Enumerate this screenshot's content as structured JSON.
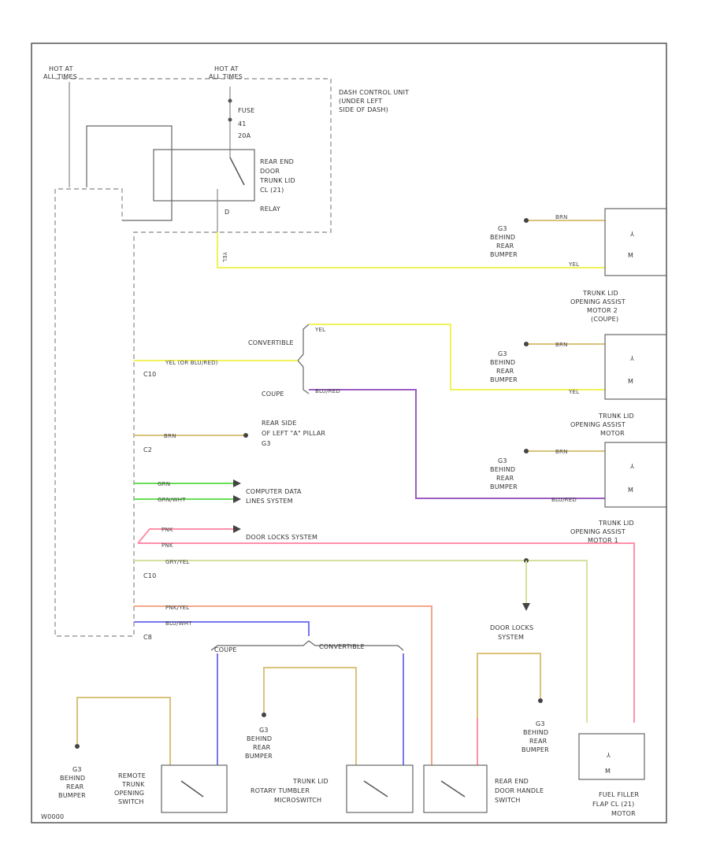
{
  "labels": {
    "hot_ignition_1": "HOT AT",
    "hot_ignition_2": "ALL TIMES",
    "hot_all_1": "HOT AT",
    "hot_all_2": "ALL TIMES",
    "fuse_1": "FUSE",
    "fuse_2": "41",
    "fuse_3": "20A",
    "dash_cu_1": "DASH CONTROL UNIT",
    "dash_cu_2": "(UNDER LEFT",
    "dash_cu_3": "SIDE OF DASH)",
    "relay_1": "REAR END",
    "relay_2": "DOOR",
    "relay_3": "TRUNK LID",
    "relay_4": "CL (21)",
    "relay_5": "RELAY",
    "pin_d": "D",
    "convertible": "CONVERTIBLE",
    "coupe": "COUPE",
    "c10a": "C10",
    "c2": "C2",
    "c10b": "C10",
    "c8": "C8",
    "rearside_1": "REAR SIDE",
    "rearside_2": "OF LEFT \"A\" PILLAR",
    "rearside_3": "G3",
    "computer_1": "COMPUTER DATA",
    "computer_2": "LINES SYSTEM",
    "doorlocks_sys": "DOOR LOCKS SYSTEM",
    "doorlocks_b1": "DOOR LOCKS",
    "doorlocks_b2": "SYSTEM",
    "coupe2": "COUPE",
    "convertible2": "CONVERTIBLE",
    "g3_1": "G3",
    "behind": "BEHIND",
    "rear": "REAR",
    "bumper": "BUMPER",
    "motor_conv_1": "TRUNK LID",
    "motor_conv_2": "OPENING ASSIST",
    "motor_conv_3": "MOTOR 2",
    "motor_conv_4": "(COUPE)",
    "motor_b_1": "TRUNK LID",
    "motor_b_2": "OPENING ASSIST",
    "motor_b_3": "MOTOR",
    "motor_c_1": "TRUNK LID",
    "motor_c_2": "OPENING ASSIST",
    "motor_c_3": "MOTOR 1",
    "remote_1": "REMOTE",
    "remote_2": "TRUNK",
    "remote_3": "OPENING",
    "remote_4": "SWITCH",
    "rotary_1": "TRUNK LID",
    "rotary_2": "ROTARY TUMBLER",
    "rotary_3": "MICROSWITCH",
    "rehandle_1": "REAR END",
    "rehandle_2": "DOOR HANDLE",
    "rehandle_3": "SWITCH",
    "fuel_1": "FUEL FILLER",
    "fuel_2": "FLAP CL (21)",
    "fuel_3": "MOTOR",
    "ref": "W0000"
  },
  "wire_labels": {
    "yel": "YEL",
    "brn": "BRN",
    "yel_or_blured": "YEL (OR BLU/RED)",
    "blu_red": "BLU/RED",
    "grn": "GRN",
    "grn_wht": "GRN/WHT",
    "pnk": "PNK",
    "gry_yel": "GRY/YEL",
    "pnk_yel": "PNK/YEL",
    "blu_wht": "BLU/WHT"
  },
  "colors": {
    "yellow": "#f2f25a",
    "tan": "#d9c27a",
    "purple": "#9b5cc4",
    "green": "#66dd55",
    "pink": "#ff8fa8",
    "olive": "#d8e0a0",
    "salmon": "#f4a58a",
    "blue": "#7777ee",
    "grey": "#999999"
  }
}
